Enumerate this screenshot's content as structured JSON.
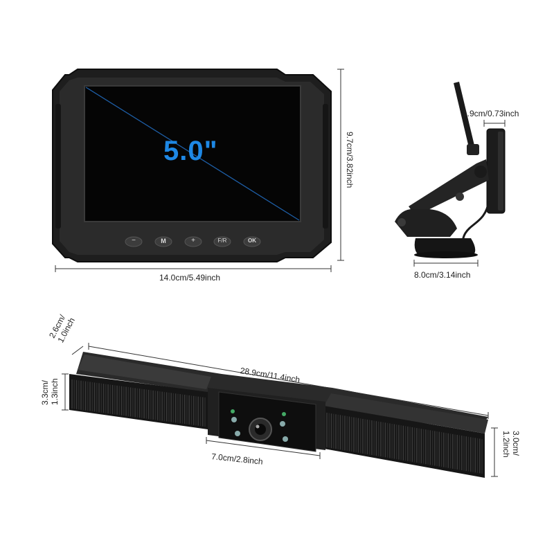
{
  "monitor": {
    "screen_size_label": "5.0\"",
    "buttons": [
      "−",
      "M",
      "+",
      "F/R",
      "OK"
    ],
    "width_label": "14.0cm/5.49inch",
    "height_label": "9.7cm/3.82inch"
  },
  "mount": {
    "depth_label": "1.9cm/0.73inch",
    "width_label": "8.0cm/3.14inch"
  },
  "camera_bar": {
    "depth_label_line1": "2.6cm/",
    "depth_label_line2": "1.0inch",
    "length_label": "28.9cm/11.4inch",
    "left_height_line1": "3.3cm/",
    "left_height_line2": "1.3inch",
    "right_height_line1": "3.0cm/",
    "right_height_line2": "1.2inch",
    "camera_width_label": "7.0cm/2.8inch"
  },
  "colors": {
    "screen_label": "#1e88e5",
    "body": "#1b1b1b",
    "bezel": "#2a2a2a",
    "dim_line": "#333333"
  }
}
